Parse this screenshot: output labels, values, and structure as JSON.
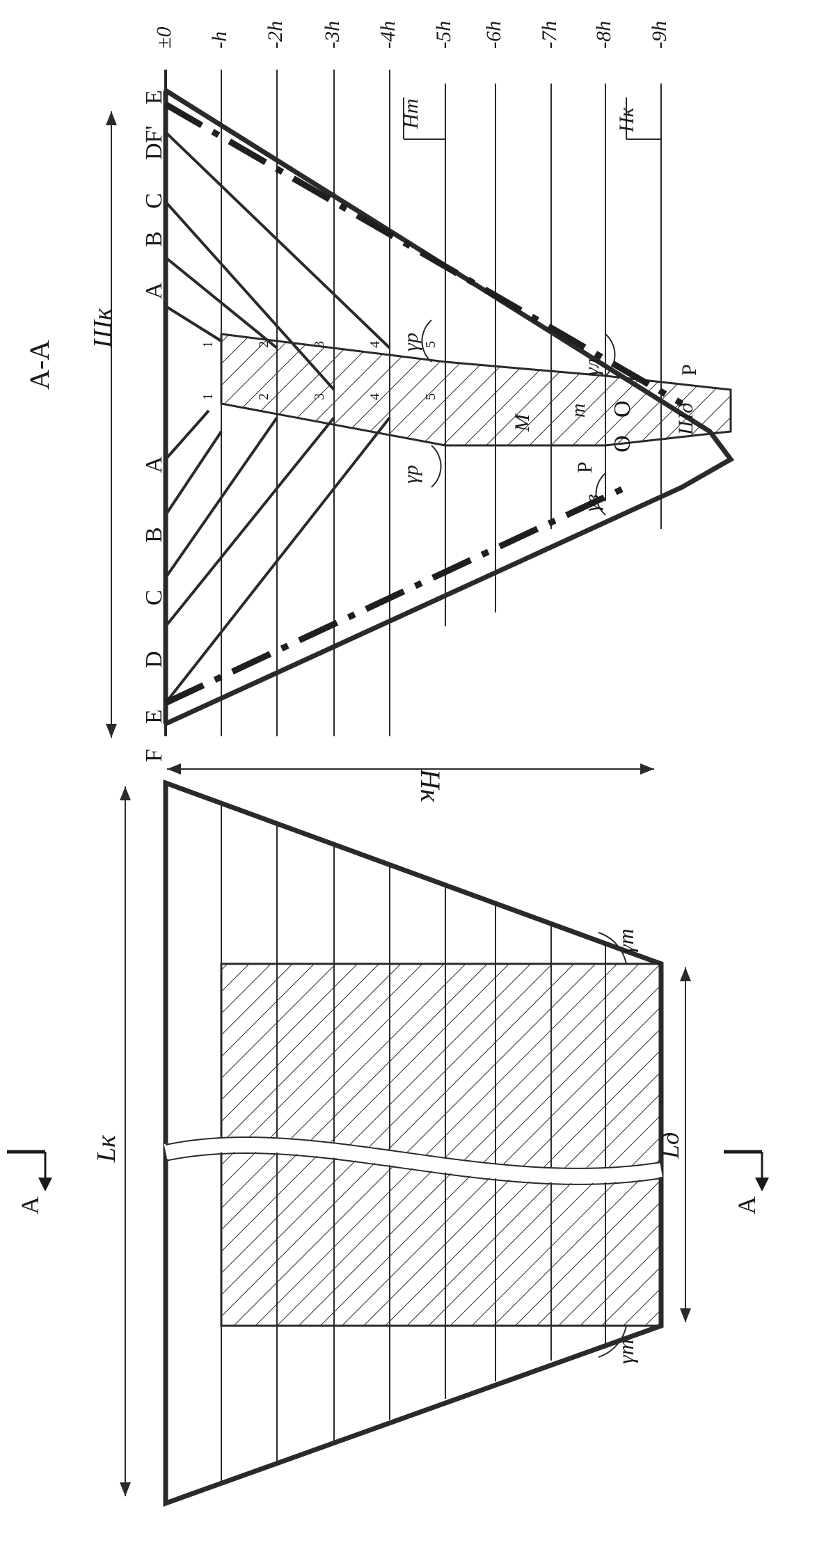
{
  "section_marks": {
    "left": "А",
    "right": "А",
    "title": "А-А"
  },
  "levels": [
    "±0",
    "-h",
    "-2h",
    "-3h",
    "-4h",
    "-5h",
    "-6h",
    "-7h",
    "-8h",
    "-9h"
  ],
  "bench_letters_top": [
    "E",
    "DF'",
    "C",
    "B",
    "A"
  ],
  "bench_letters_bottom": [
    "A",
    "B",
    "C",
    "D",
    "E",
    "F"
  ],
  "labels": {
    "width_top": "Шк",
    "height": "Нк",
    "length_top": "Lк",
    "length_bottom": "Lд",
    "width_bottom": "Шд",
    "ht": "Нт",
    "hk_small": "Нк",
    "gamma_p1": "γр",
    "gamma_p2": "γр",
    "gamma_l": "γл",
    "gamma_v": "γв",
    "gamma_t1": "γт",
    "gamma_t2": "γт",
    "m_big": "М",
    "m_small": "m",
    "o1": "O",
    "o2": "O",
    "p1": "P",
    "p2": "P"
  },
  "row_numbers_a": [
    "1",
    "2",
    "3",
    "4",
    "5"
  ],
  "row_numbers_b": [
    "1",
    "2",
    "3",
    "4",
    "5"
  ],
  "colors": {
    "line": "#2a2a2a",
    "background": "#ffffff"
  }
}
